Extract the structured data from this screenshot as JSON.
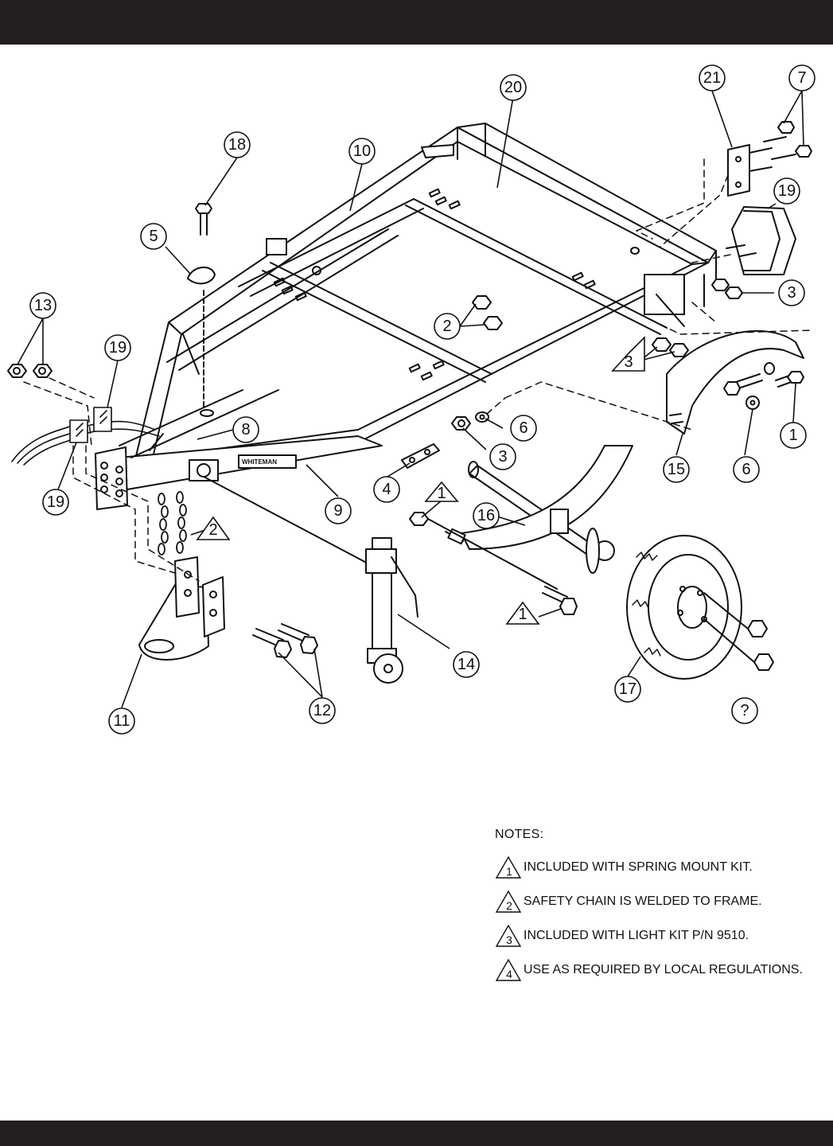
{
  "callouts": [
    "20",
    "21",
    "7",
    "18",
    "10",
    "19",
    "5",
    "13",
    "19",
    "3",
    "2",
    "3",
    "19",
    "8",
    "6",
    "3",
    "1",
    "15",
    "6",
    "4",
    "9",
    "1",
    "16",
    "2",
    "14",
    "1",
    "17",
    "12",
    "11",
    "?"
  ],
  "brand": "WHITEMAN",
  "notes": {
    "title": "NOTES:",
    "items": [
      {
        "num": "1",
        "text": "INCLUDED WITH SPRING MOUNT KIT."
      },
      {
        "num": "2",
        "text": "SAFETY CHAIN IS WELDED TO FRAME."
      },
      {
        "num": "3",
        "text": "INCLUDED WITH LIGHT KIT P/N 9510."
      },
      {
        "num": "4",
        "text": "USE AS REQUIRED BY LOCAL REGULATIONS."
      }
    ]
  },
  "colors": {
    "band": "#231f20",
    "line": "#111111",
    "background": "#ffffff"
  }
}
